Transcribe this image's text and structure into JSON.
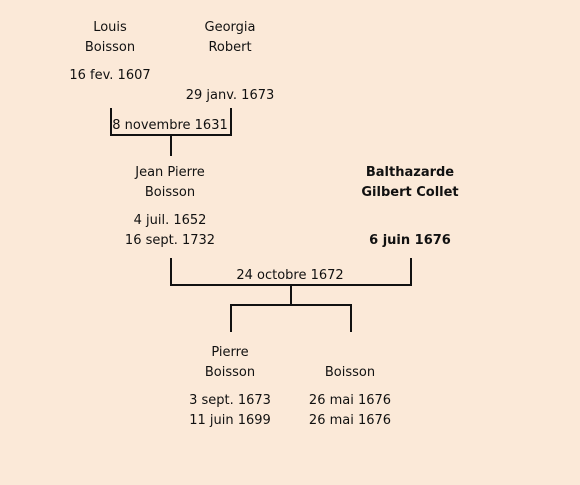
{
  "grandfather": {
    "first": "Louis",
    "last": "Boisson",
    "birth": "16 fev. 1607"
  },
  "grandmother": {
    "first": "Georgia",
    "last": "Robert",
    "death": "29 janv. 1673"
  },
  "grandparents_marriage": "8 novembre 1631",
  "father": {
    "first": "Jean Pierre",
    "last": "Boisson",
    "birth": "4 juil. 1652",
    "death": "16 sept. 1732"
  },
  "mother": {
    "first": "Balthazarde",
    "last": "Gilbert Collet",
    "death": "6 juin 1676"
  },
  "parents_marriage": "24 octobre 1672",
  "child1": {
    "first": "Pierre",
    "last": "Boisson",
    "birth": "3 sept. 1673",
    "death": "11 juin 1699"
  },
  "child2": {
    "last": "Boisson",
    "birth": "26 mai 1676",
    "death": "26 mai 1676"
  }
}
